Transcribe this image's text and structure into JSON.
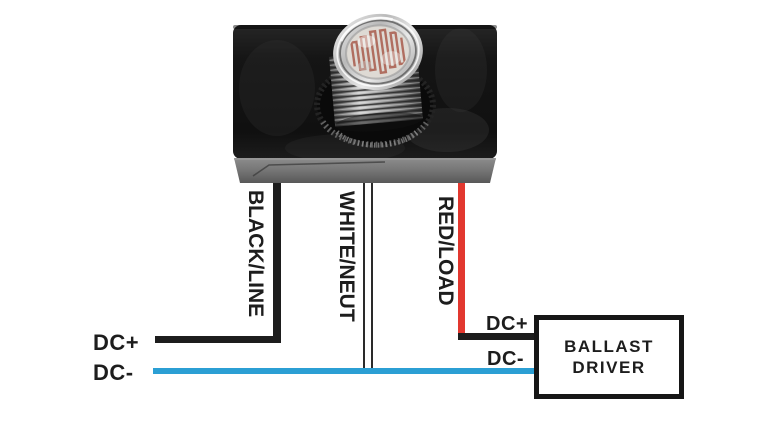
{
  "diagram": {
    "device": {
      "name": "photocell-sensor"
    },
    "colors": {
      "wire_black": "#1d1d1d",
      "wire_white": "#ffffff",
      "wire_red": "#e2382f",
      "wire_blue": "#2b9fd4",
      "outline": "#161616"
    },
    "wires": [
      {
        "label": "BLACK/LINE"
      },
      {
        "label": "WHITE/NEUT"
      },
      {
        "label": "RED/LOAD"
      }
    ],
    "left_terminals": {
      "dc_plus": "DC+",
      "dc_minus": "DC-"
    },
    "right_terminals": {
      "dc_plus": "DC+",
      "dc_minus": "DC-"
    },
    "ballast": {
      "line1": "BALLAST",
      "line2": "DRIVER"
    }
  }
}
